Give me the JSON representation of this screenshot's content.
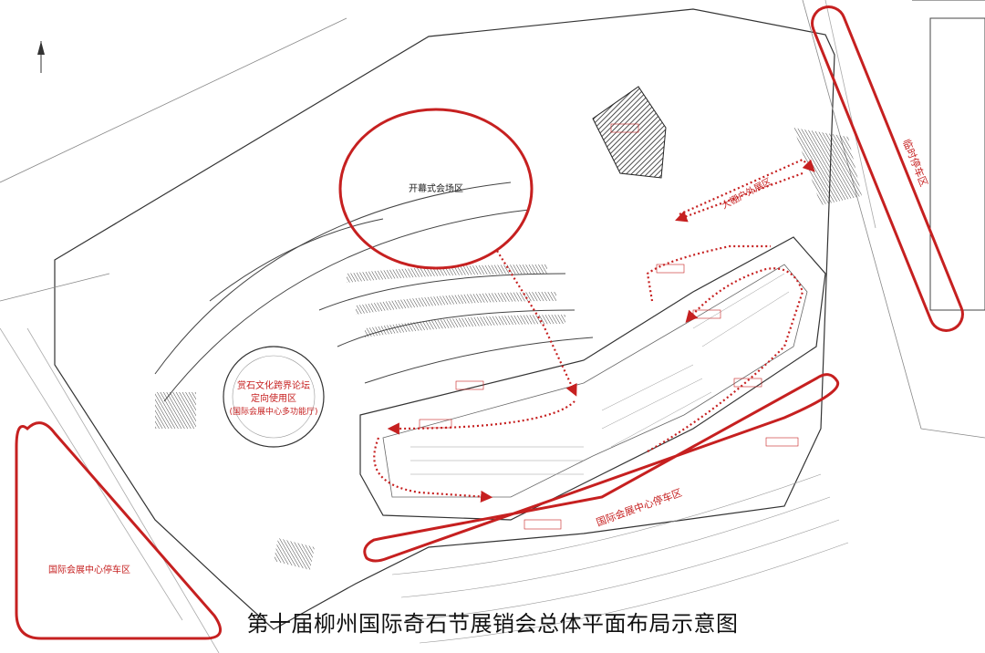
{
  "title": "第十届柳州国际奇石节展销会总体平面布局示意图",
  "colors": {
    "accent": "#c62020",
    "line": "#333333",
    "hatch": "#222222"
  },
  "zones": {
    "opening_venue": "开幕式会场区",
    "forum_line1": "赏石文化跨界论坛",
    "forum_line2": "定向使用区",
    "forum_line3": "(国际会展中心多功能厅)",
    "tent_area": "大棚户外展区",
    "temp_parking": "临时停车区",
    "parking_left": "国际会展中心停车区",
    "parking_bottom": "国际会展中心停车区"
  },
  "icons": {
    "north_arrow": "north-arrow-icon"
  }
}
